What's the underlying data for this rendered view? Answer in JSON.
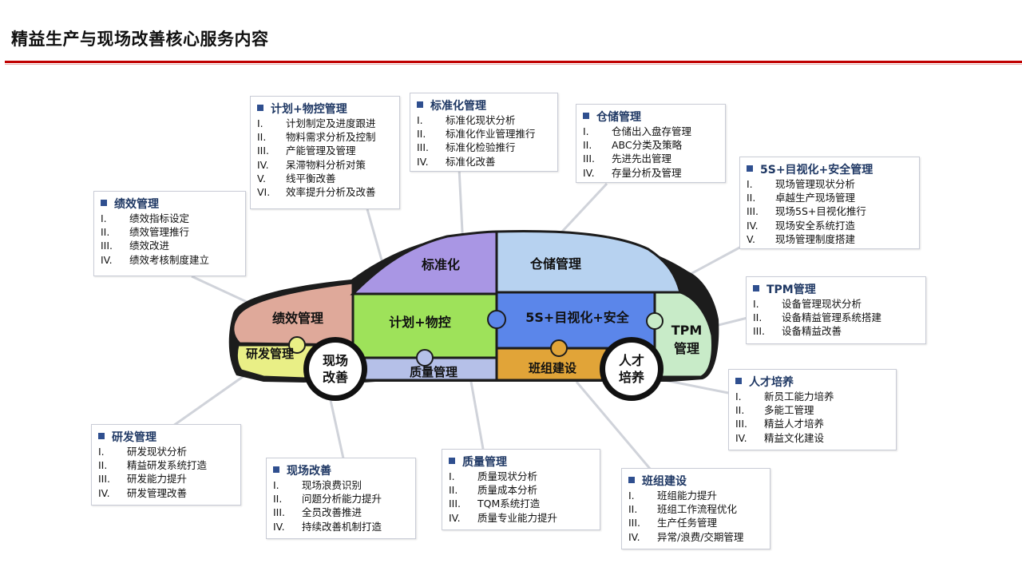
{
  "title": "精益生产与现场改善核心服务内容",
  "car": {
    "segments": {
      "jixiao": "绩效管理",
      "yanfa": "研发管理",
      "jihua": "计划+物控",
      "biaozhun": "标准化",
      "cangchu": "仓储管理",
      "wus": "5S+目视化+安全",
      "tpm_line1": "TPM",
      "tpm_line2": "管理",
      "zhiliang": "质量管理",
      "banzu": "班组建设"
    },
    "wheels": {
      "front_line1": "现场",
      "front_line2": "改善",
      "rear_line1": "人才",
      "rear_line2": "培养"
    }
  },
  "boxes": {
    "jihua": {
      "title": "计划+物控管理",
      "items": [
        {
          "n": "I.",
          "t": "计划制定及进度跟进"
        },
        {
          "n": "II.",
          "t": "物料需求分析及控制"
        },
        {
          "n": "III.",
          "t": "产能管理及管理"
        },
        {
          "n": "IV.",
          "t": "呆滞物料分析对策"
        },
        {
          "n": "V.",
          "t": "线平衡改善"
        },
        {
          "n": "VI.",
          "t": "效率提升分析及改善"
        }
      ]
    },
    "biaozhun": {
      "title": "标准化管理",
      "items": [
        {
          "n": "I.",
          "t": "标准化现状分析"
        },
        {
          "n": "II.",
          "t": "标准化作业管理推行"
        },
        {
          "n": "III.",
          "t": "标准化检验推行"
        },
        {
          "n": "IV.",
          "t": "标准化改善"
        }
      ]
    },
    "cangchu": {
      "title": "仓储管理",
      "items": [
        {
          "n": "I.",
          "t": "仓储出入盘存管理"
        },
        {
          "n": "II.",
          "t": "ABC分类及策略"
        },
        {
          "n": "III.",
          "t": "先进先出管理"
        },
        {
          "n": "IV.",
          "t": "存量分析及管理"
        }
      ]
    },
    "wus": {
      "title": "5S+目视化+安全管理",
      "items": [
        {
          "n": "I.",
          "t": "现场管理现状分析"
        },
        {
          "n": "II.",
          "t": "卓越生产现场管理"
        },
        {
          "n": "III.",
          "t": "现场5S+目视化推行"
        },
        {
          "n": "IV.",
          "t": "现场安全系统打造"
        },
        {
          "n": "V.",
          "t": "现场管理制度搭建"
        }
      ]
    },
    "jixiao": {
      "title": "绩效管理",
      "items": [
        {
          "n": "I.",
          "t": "绩效指标设定"
        },
        {
          "n": "II.",
          "t": "绩效管理推行"
        },
        {
          "n": "III.",
          "t": "绩效改进"
        },
        {
          "n": "IV.",
          "t": "绩效考核制度建立"
        }
      ]
    },
    "tpm": {
      "title": "TPM管理",
      "items": [
        {
          "n": "I.",
          "t": "设备管理现状分析"
        },
        {
          "n": "II.",
          "t": "设备精益管理系统搭建"
        },
        {
          "n": "III.",
          "t": "设备精益改善"
        }
      ]
    },
    "rencai": {
      "title": "人才培养",
      "items": [
        {
          "n": "I.",
          "t": "新员工能力培养"
        },
        {
          "n": "II.",
          "t": "多能工管理"
        },
        {
          "n": "III.",
          "t": "精益人才培养"
        },
        {
          "n": "IV.",
          "t": "精益文化建设"
        }
      ]
    },
    "yanfa": {
      "title": "研发管理",
      "items": [
        {
          "n": "I.",
          "t": "研发现状分析"
        },
        {
          "n": "II.",
          "t": "精益研发系统打造"
        },
        {
          "n": "III.",
          "t": "研发能力提升"
        },
        {
          "n": "IV.",
          "t": "研发管理改善"
        }
      ]
    },
    "xianchang": {
      "title": "现场改善",
      "items": [
        {
          "n": "I.",
          "t": "现场浪费识别"
        },
        {
          "n": "II.",
          "t": "问题分析能力提升"
        },
        {
          "n": "III.",
          "t": "全员改善推进"
        },
        {
          "n": "IV.",
          "t": "持续改善机制打造"
        }
      ]
    },
    "zhiliang": {
      "title": "质量管理",
      "items": [
        {
          "n": "I.",
          "t": "质量现状分析"
        },
        {
          "n": "II.",
          "t": "质量成本分析"
        },
        {
          "n": "III.",
          "t": "TQM系统打造"
        },
        {
          "n": "IV.",
          "t": "质量专业能力提升"
        }
      ]
    },
    "banzu": {
      "title": "班组建设",
      "items": [
        {
          "n": "I.",
          "t": "班组能力提升"
        },
        {
          "n": "II.",
          "t": "班组工作流程优化"
        },
        {
          "n": "III.",
          "t": "生产任务管理"
        },
        {
          "n": "IV.",
          "t": "异常/浪费/交期管理"
        }
      ]
    }
  },
  "colors": {
    "accent_rule": "#c00000",
    "box_title": "#1f3864",
    "jixiao": "#dfa99a",
    "yanfa": "#e9ef86",
    "jihua": "#9ee25a",
    "biaozhun": "#a996e4",
    "cangchu": "#b7d2f0",
    "wus": "#5b86ea",
    "tpm": "#c8ebc8",
    "zhiliang": "#b5c0e8",
    "banzu": "#e1a438"
  }
}
